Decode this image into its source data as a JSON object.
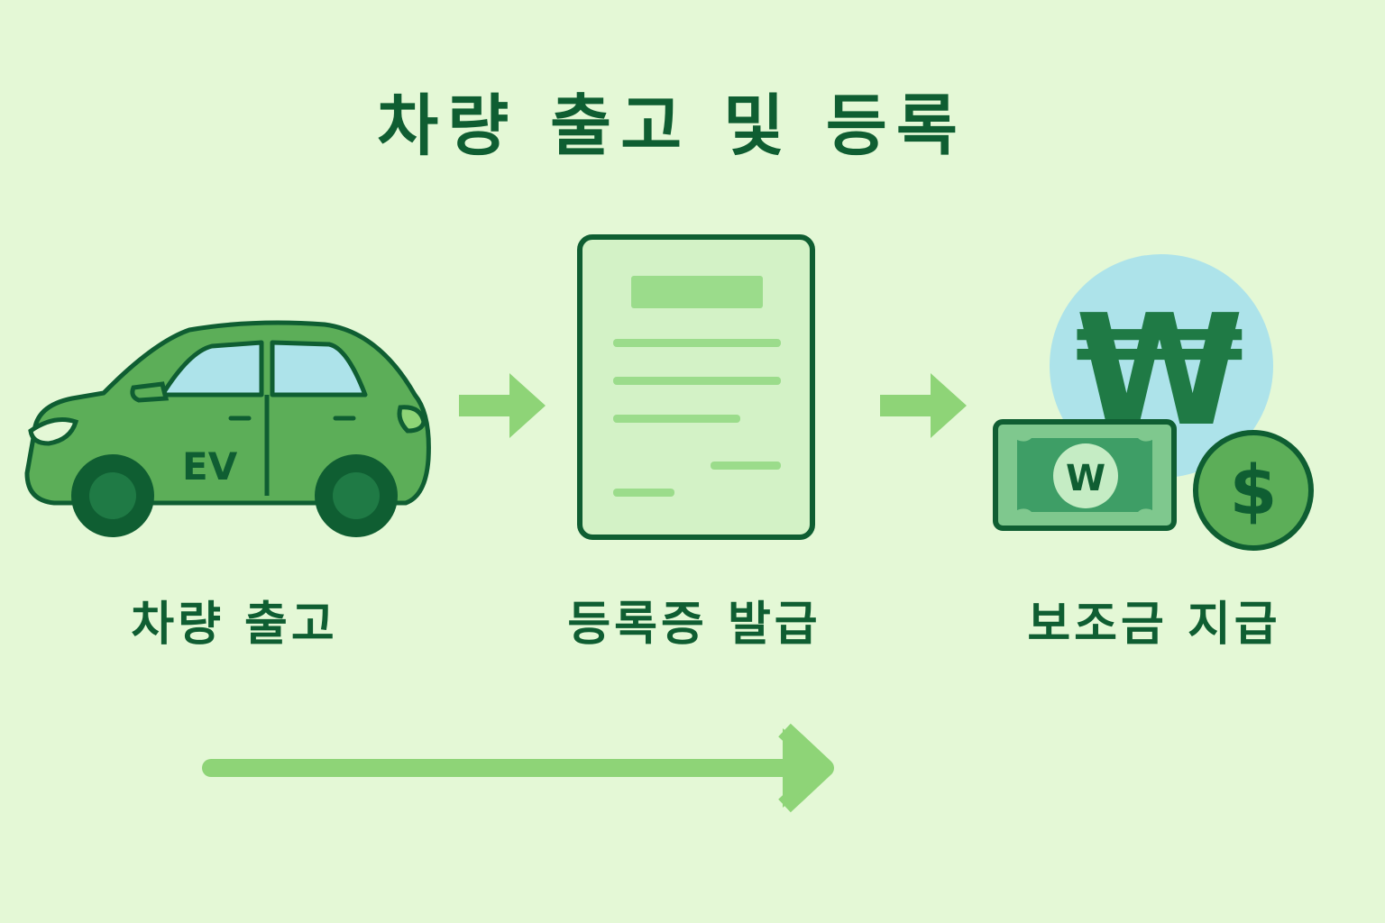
{
  "title": "차량 출고 및 등록",
  "steps": [
    {
      "label": "차량 출고",
      "icon": "electric-car-icon",
      "badge": "EV"
    },
    {
      "label": "등록증 발급",
      "icon": "registration-document-icon"
    },
    {
      "label": "보조금 지급",
      "icon": "subsidy-money-icon",
      "banknote_symbol": "W",
      "coin_symbol": "$",
      "currency_symbol": "₩"
    }
  ],
  "colors": {
    "background": "#e4f8d6",
    "dark_green": "#0f5e32",
    "car_green": "#5cae58",
    "arrow_green": "#8ed477",
    "document_fill": "#d3f2c6",
    "bubble_blue": "#ade3ea"
  }
}
